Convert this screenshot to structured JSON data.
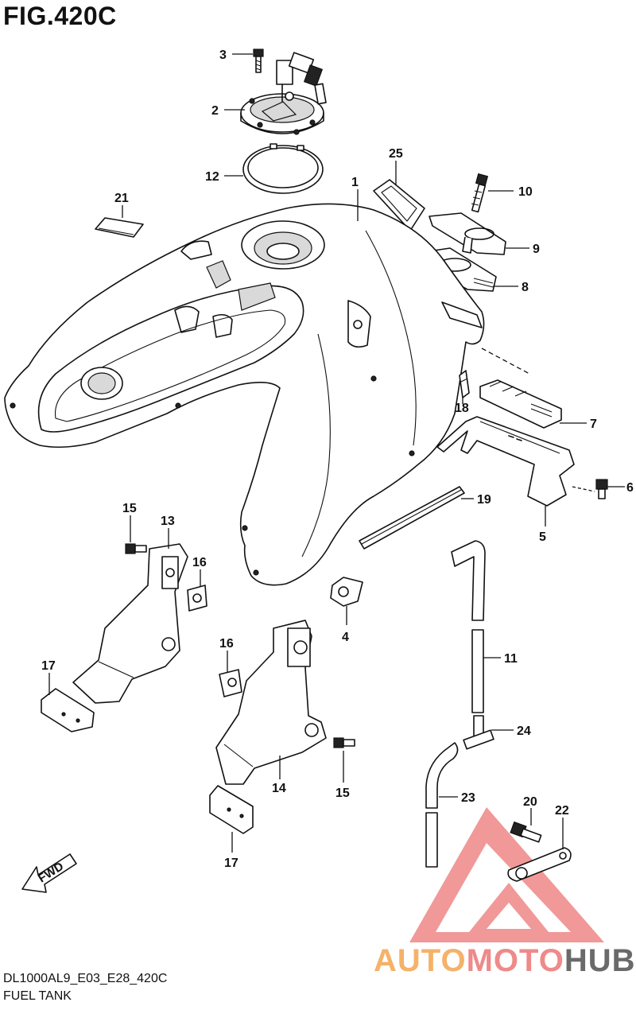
{
  "figure": {
    "title": "FIG.420C",
    "model_code": "DL1000AL9_E03_E28_420C",
    "name": "FUEL TANK"
  },
  "callouts": {
    "c1": "1",
    "c2": "2",
    "c3": "3",
    "c4": "4",
    "c5": "5",
    "c6": "6",
    "c7": "7",
    "c8": "8",
    "c9": "9",
    "c10": "10",
    "c11": "11",
    "c12": "12",
    "c13": "13",
    "c14": "14",
    "c15a": "15",
    "c15b": "15",
    "c16a": "16",
    "c16b": "16",
    "c17a": "17",
    "c17b": "17",
    "c18": "18",
    "c19": "19",
    "c20": "20",
    "c21": "21",
    "c22": "22",
    "c23": "23",
    "c24": "24",
    "c25": "25"
  },
  "fwd_badge": "FWD",
  "watermark": {
    "part1": "AUTO",
    "part2": "MOTO",
    "part3": "HUB",
    "colors": {
      "auto": "#f4b26a",
      "moto": "#ef8a8a",
      "hub": "#6a6a6a",
      "triangle": "#e64545"
    }
  }
}
